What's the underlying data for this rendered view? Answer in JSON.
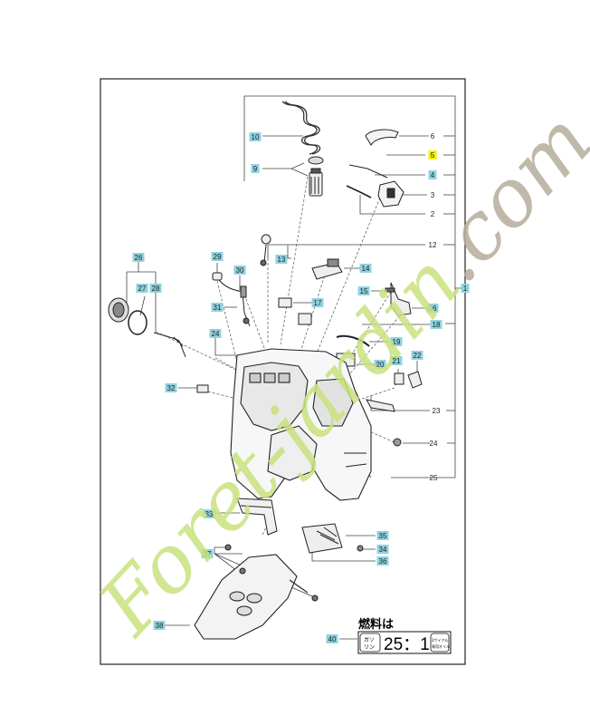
{
  "colors": {
    "label_fill": "#8fd3e0",
    "highlight_fill": "#f2f200",
    "watermark_green": "#c9e27e",
    "watermark_gray": "#b6ad9c"
  },
  "watermark": {
    "text": "Foret-jardin.com"
  },
  "callouts": [
    {
      "num": "10",
      "style": "box"
    },
    {
      "num": "9",
      "style": "box"
    },
    {
      "num": "6",
      "style": "plain"
    },
    {
      "num": "5",
      "style": "highlight"
    },
    {
      "num": "4",
      "style": "box"
    },
    {
      "num": "3",
      "style": "plain"
    },
    {
      "num": "2",
      "style": "plain"
    },
    {
      "num": "12",
      "style": "plain"
    },
    {
      "num": "13",
      "style": "box"
    },
    {
      "num": "26",
      "style": "box"
    },
    {
      "num": "27",
      "style": "box"
    },
    {
      "num": "28",
      "style": "box"
    },
    {
      "num": "29",
      "style": "box"
    },
    {
      "num": "30",
      "style": "box"
    },
    {
      "num": "31",
      "style": "box"
    },
    {
      "num": "24",
      "style": "box"
    },
    {
      "num": "32",
      "style": "box"
    },
    {
      "num": "14",
      "style": "box"
    },
    {
      "num": "15",
      "style": "box"
    },
    {
      "num": "16",
      "style": "box"
    },
    {
      "num": "17",
      "style": "box"
    },
    {
      "num": "18",
      "style": "box"
    },
    {
      "num": "1",
      "style": "box"
    },
    {
      "num": "19",
      "style": "box"
    },
    {
      "num": "20",
      "style": "box"
    },
    {
      "num": "21",
      "style": "box"
    },
    {
      "num": "22",
      "style": "box"
    },
    {
      "num": "23",
      "style": "plain"
    },
    {
      "num": "24",
      "style": "plain"
    },
    {
      "num": "25",
      "style": "plain"
    },
    {
      "num": "33",
      "style": "box"
    },
    {
      "num": "35",
      "style": "box"
    },
    {
      "num": "34",
      "style": "box"
    },
    {
      "num": "36",
      "style": "box"
    },
    {
      "num": "37",
      "style": "box"
    },
    {
      "num": "38",
      "style": "box"
    },
    {
      "num": "40",
      "style": "box"
    }
  ],
  "fuel_label": {
    "title": "燃料は",
    "left_line1": "ガソ",
    "left_line2": "リン",
    "ratio": "25：1",
    "right_line1": "2サイクル",
    "right_line2": "専用オイル"
  }
}
